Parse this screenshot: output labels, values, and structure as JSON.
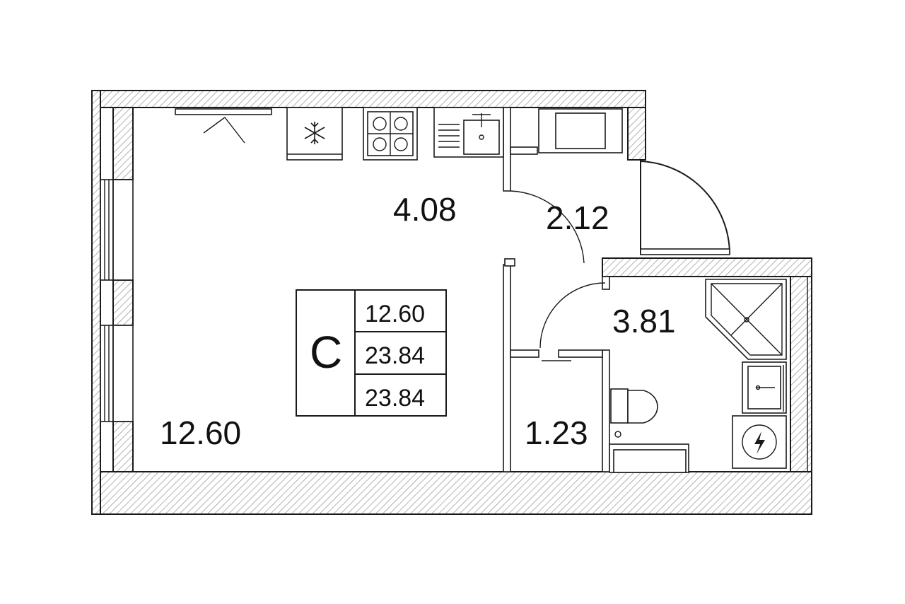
{
  "rooms": {
    "main_room_area": "12.60",
    "kitchen_area": "4.08",
    "hallway_area": "2.12",
    "bathroom_area": "3.81",
    "closet_area": "1.23"
  },
  "summary_table": {
    "class_letter": "C",
    "living_area": "12.60",
    "total_area": "23.84",
    "total_area_with_balcony": "23.84"
  },
  "colors": {
    "line": "#1a1a1a",
    "hatch": "#8a8a8a",
    "background": "#ffffff"
  },
  "icons": [
    "snowflake-icon",
    "stove-icon",
    "sink-icon",
    "shower-icon",
    "toilet-icon",
    "washing-machine-icon",
    "lightning-icon"
  ]
}
